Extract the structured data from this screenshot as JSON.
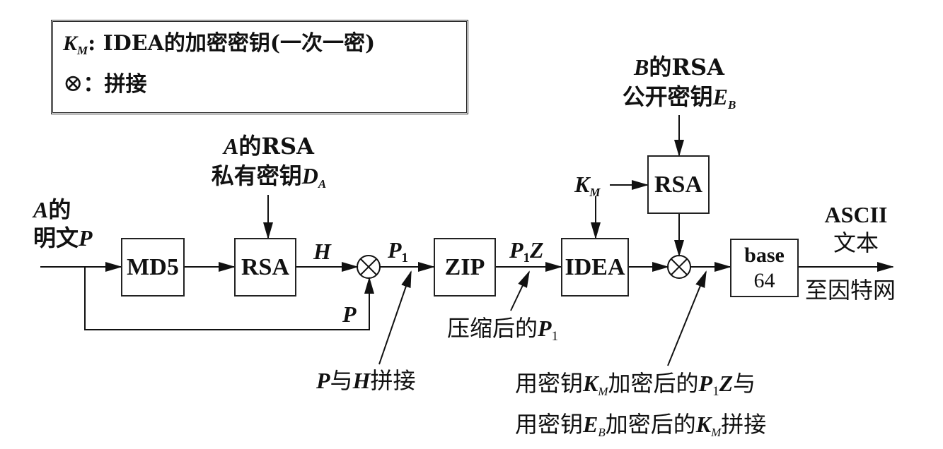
{
  "legend": {
    "km_symbol": "K",
    "km_sub": "M",
    "km_desc": ":  IDEA的加密密钥(一次一密)",
    "concat_symbol": "⊗",
    "concat_desc": "：拼接"
  },
  "inputs": {
    "a_plain_line1_var": "A",
    "a_plain_line1_text": "的",
    "a_plain_line2_text": "明文",
    "a_plain_line2_var": "P",
    "a_key_line1_var": "A",
    "a_key_line1_text": "的RSA",
    "a_key_line2_text": "私有密钥",
    "a_key_line2_var": "D",
    "a_key_line2_sub": "A",
    "b_key_line1_var": "B",
    "b_key_line1_text": "的RSA",
    "b_key_line2_text": "公开密钥",
    "b_key_line2_var": "E",
    "b_key_line2_sub": "B",
    "km_var": "K",
    "km_sub": "M"
  },
  "blocks": {
    "md5": "MD5",
    "rsa_sign": "RSA",
    "zip": "ZIP",
    "idea": "IDEA",
    "rsa_enc": "RSA",
    "base64_line1": "base",
    "base64_line2": "64"
  },
  "signals": {
    "h": "H",
    "p": "P",
    "p1_var": "P",
    "p1_sub": "1",
    "p1z_var": "P",
    "p1z_sub": "1",
    "p1z_tail": "Z"
  },
  "output": {
    "line1": "ASCII",
    "line2": "文本",
    "line3": "至因特网"
  },
  "annotations": {
    "concat_ph_var1": "P",
    "concat_ph_mid": "与",
    "concat_ph_var2": "H",
    "concat_ph_tail": "拼接",
    "compressed_text": "压缩后的",
    "compressed_var": "P",
    "compressed_sub": "1",
    "final_l1_a": "用密钥",
    "final_l1_var": "K",
    "final_l1_sub": "M",
    "final_l1_b": "加密后的",
    "final_l1_var2": "P",
    "final_l1_sub2": "1",
    "final_l1_var3": "Z",
    "final_l1_c": "与",
    "final_l2_a": "用密钥",
    "final_l2_var": "E",
    "final_l2_sub": "B",
    "final_l2_b": "加密后的",
    "final_l2_var2": "K",
    "final_l2_sub2": "M",
    "final_l2_c": "拼接"
  }
}
